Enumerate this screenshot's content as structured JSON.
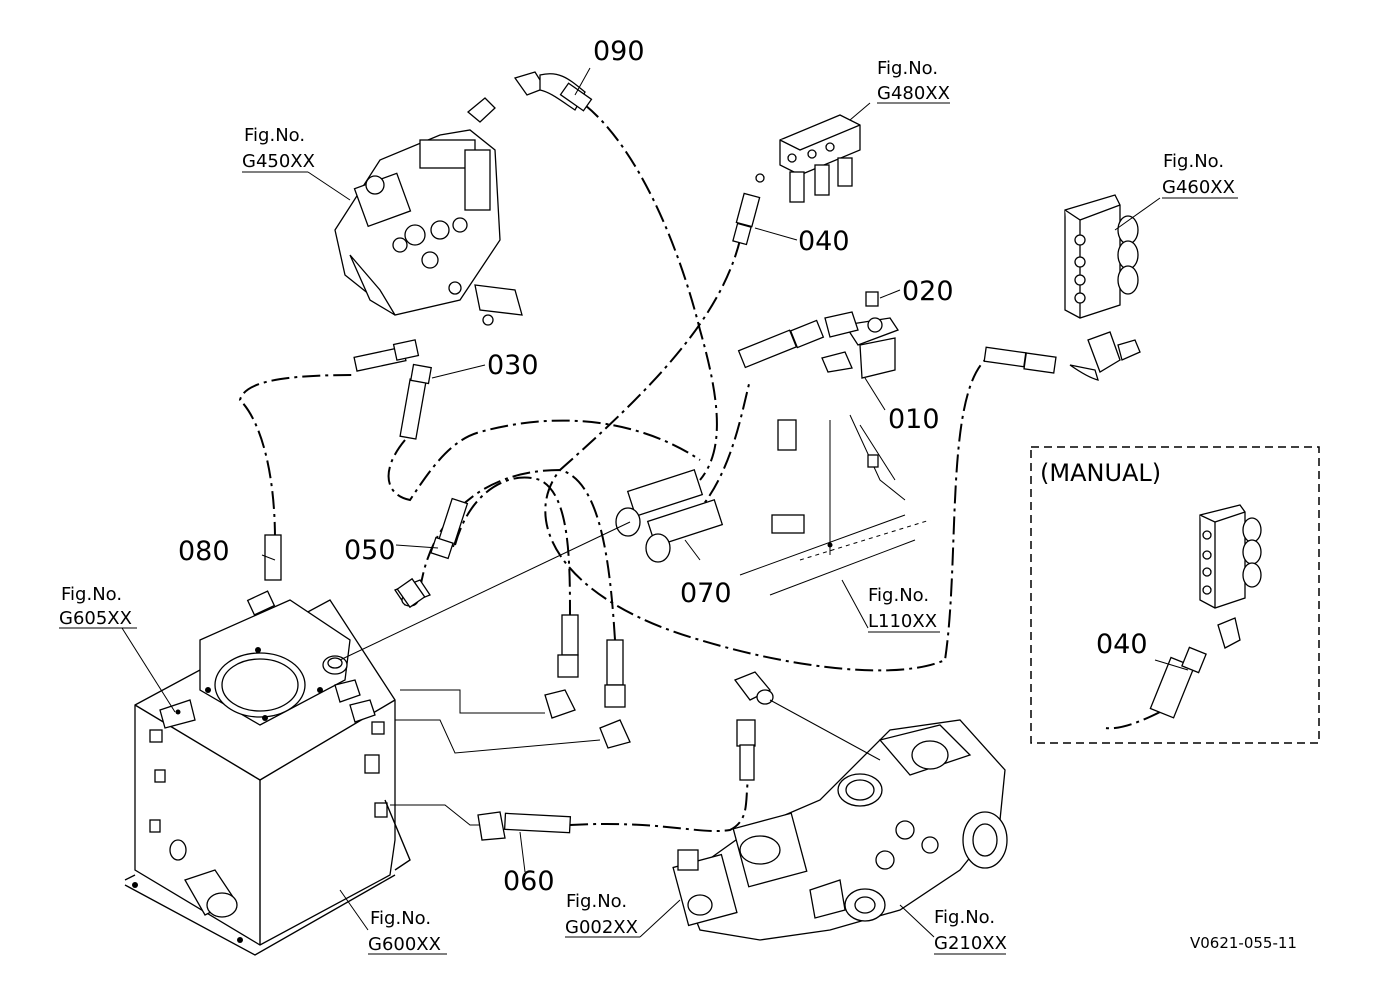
{
  "part_labels": {
    "p010": "010",
    "p020": "020",
    "p030": "030",
    "p040": "040",
    "p040_manual": "040",
    "p050": "050",
    "p060": "060",
    "p070": "070",
    "p080": "080",
    "p090": "090"
  },
  "figure_refs": {
    "g450": {
      "prefix": "Fig.No.",
      "code": "G450XX"
    },
    "g480": {
      "prefix": "Fig.No.",
      "code": "G480XX"
    },
    "g460": {
      "prefix": "Fig.No.",
      "code": "G460XX"
    },
    "g605": {
      "prefix": "Fig.No.",
      "code": "G605XX"
    },
    "l110": {
      "prefix": "Fig.No.",
      "code": "L110XX"
    },
    "g600": {
      "prefix": "Fig.No.",
      "code": "G600XX"
    },
    "g002": {
      "prefix": "Fig.No.",
      "code": "G002XX"
    },
    "g210": {
      "prefix": "Fig.No.",
      "code": "G210XX"
    }
  },
  "inset": {
    "title": "(MANUAL)"
  },
  "drawing_code": "V0621-055-11"
}
